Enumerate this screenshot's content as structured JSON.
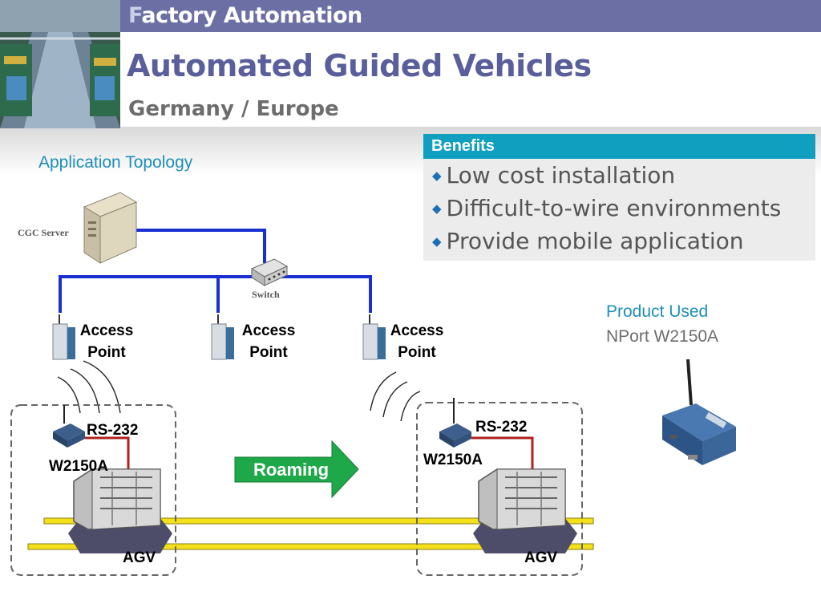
{
  "header": {
    "title_first": "F",
    "title_rest": "actory Automation"
  },
  "slide": {
    "title": "Automated Guided Vehicles",
    "subtitle": "Germany / Europe"
  },
  "topology": {
    "label": "Application Topology",
    "server_label": "CGC Server",
    "switch_label": "Switch",
    "access_points": [
      {
        "line1": "Access",
        "line2": "Point"
      },
      {
        "line1": "Access",
        "line2": "Point"
      },
      {
        "line1": "Access",
        "line2": "Point"
      }
    ],
    "vehicles": [
      {
        "rs_label": "RS-232",
        "device_label": "W2150A",
        "agv_label": "AGV"
      },
      {
        "rs_label": "RS-232",
        "device_label": "W2150A",
        "agv_label": "AGV"
      }
    ],
    "roaming_label": "Roaming"
  },
  "benefits": {
    "heading": "Benefits",
    "items": [
      "Low cost installation",
      "Difficult-to-wire environments",
      "Provide mobile application"
    ]
  },
  "product": {
    "label": "Product Used",
    "name": "NPort W2150A"
  },
  "colors": {
    "header_bar": "#6b6fa3",
    "title": "#5a5f9c",
    "accent": "#119fbf",
    "network_line": "#1a2fd0",
    "serial_line": "#b02020",
    "roaming_arrow": "#1fa84a",
    "track": "#f5e11a"
  }
}
